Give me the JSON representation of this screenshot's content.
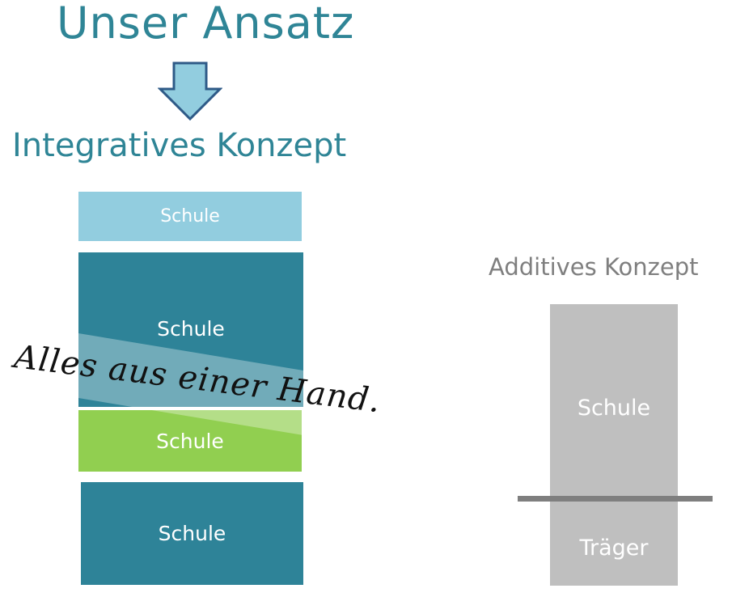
{
  "title": "Unser Ansatz",
  "integrative": {
    "title": "Integratives Konzept",
    "blocks": [
      {
        "label": "Schule",
        "color": "#92cddf"
      },
      {
        "label": "Schule",
        "color": "#2e8398"
      },
      {
        "label": "Schule",
        "color": "#91cf50"
      },
      {
        "label": "Schule",
        "color": "#2e8398"
      }
    ],
    "handwriting": "Alles aus einer Hand."
  },
  "additive": {
    "title": "Additives Konzept",
    "top_label": "Schule",
    "bottom_label": "Träger",
    "color": "#bfbfbf",
    "divider_color": "#7f7f7f"
  },
  "colors": {
    "accent": "#2f8596",
    "arrow_fill": "#92cddf",
    "arrow_stroke": "#2e5a87"
  },
  "icons": {
    "arrow": "arrow-down-icon"
  }
}
